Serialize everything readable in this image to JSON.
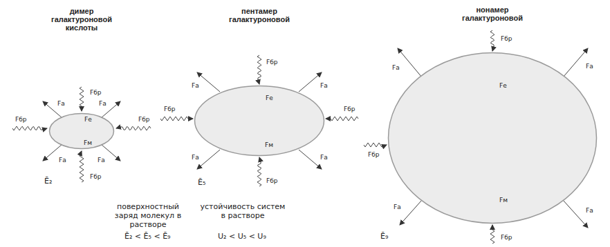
{
  "diagram": {
    "nodes": [
      {
        "text": [
          "димер галактуроновой кислоты"
        ]
      },
      {
        "text": [
          "пентамер галактуроновой"
        ]
      },
      {
        "text": [
          "нонамер галактуроновой"
        ]
      }
    ],
    "labels": [
      "Fбр",
      "Fбр",
      "Fбр",
      "Fбр",
      "Fа",
      "Fа",
      "Fа",
      "Fа",
      "Fе",
      "Fм",
      "Ē₂",
      "Fа",
      "Fбр",
      "Fа",
      "Fбр",
      "Fбр",
      "Fа",
      "Fбр",
      "Fа",
      "Fе",
      "Fм",
      "Ē₅",
      "Fа",
      "Fбр",
      "Fа",
      "Fбр",
      "Fа",
      "Fбр",
      "Fа",
      "Fе",
      "Fм",
      "Ē₉",
      "поверхностный заряд молекул в растворе",
      "Ē₂ < Ē₅ < Ē₉",
      "устойчивость систем в растворе",
      "U₂ < U₅ < U₉"
    ]
  }
}
